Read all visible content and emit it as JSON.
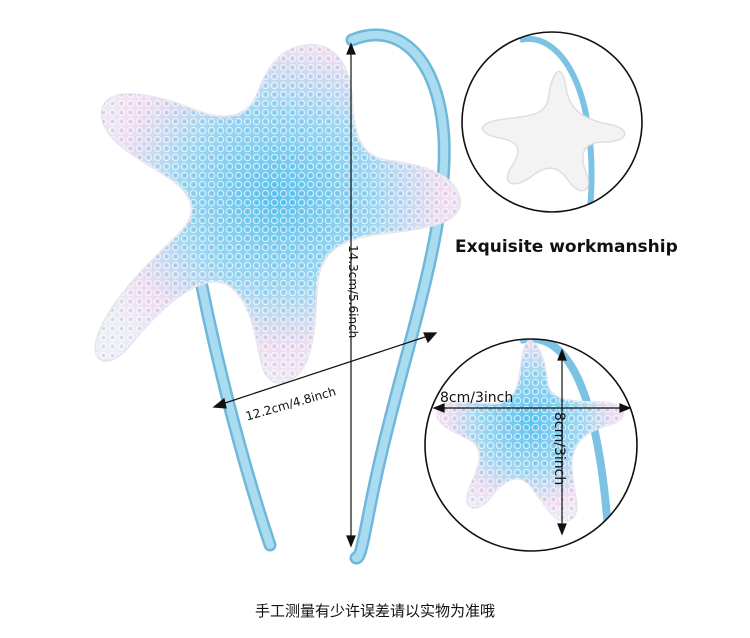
{
  "labels": {
    "height": "14.3cm/5.6inch",
    "width": "12.2cm/4.8inch",
    "workmanship": "Exquisite workmanship",
    "small_width": "8cm/3inch",
    "small_height": "8cm/3inch",
    "note": "手工测量有少许误差请以实物为准哦"
  },
  "colors": {
    "band": "#9cd6ee",
    "band_edge": "#6fb8d9",
    "sequin_light": "#eef0f8",
    "sequin_pink": "#f0d8ee",
    "sequin_blue": "#3cb0e8",
    "back_white": "#f2f2f2",
    "circle_stroke": "#111111"
  }
}
